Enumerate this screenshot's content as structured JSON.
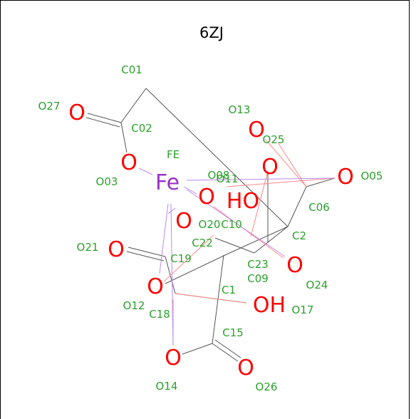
{
  "title": "6ZJ",
  "colors": {
    "carbon_label": "#2ca02c",
    "oxygen": "#ff0000",
    "iron": "#9933cc",
    "bond_cc": "#555555",
    "bond_co": "#ff8888",
    "bond_fe": "#bb88ee",
    "border": "#000000"
  },
  "atoms": [
    {
      "id": "C01",
      "label": "C01",
      "el": "C"
    },
    {
      "id": "C02",
      "label": "C02",
      "el": "C"
    },
    {
      "id": "O27",
      "label": "O27",
      "el": "O",
      "symbol": "O"
    },
    {
      "id": "O03",
      "label": "O03",
      "el": "O",
      "symbol": "O"
    },
    {
      "id": "FE",
      "label": "FE",
      "el": "Fe",
      "symbol": "Fe"
    },
    {
      "id": "O13",
      "label": "O13",
      "el": "O",
      "symbol": "O"
    },
    {
      "id": "O25",
      "label": "O25",
      "el": "O",
      "symbol": "O"
    },
    {
      "id": "O05",
      "label": "O05",
      "el": "O",
      "symbol": "O"
    },
    {
      "id": "C06",
      "label": "C06",
      "el": "C"
    },
    {
      "id": "O08",
      "label": "O08",
      "el": "O",
      "symbol": "O"
    },
    {
      "id": "O11",
      "label": "O11",
      "el": "O",
      "symbol": "HO"
    },
    {
      "id": "C2",
      "label": "C2",
      "el": "C"
    },
    {
      "id": "O20",
      "label": "O20",
      "el": "O",
      "symbol": "O"
    },
    {
      "id": "C10",
      "label": "C10",
      "el": "C"
    },
    {
      "id": "C22",
      "label": "C22",
      "el": "C"
    },
    {
      "id": "O21",
      "label": "O21",
      "el": "O",
      "symbol": "O"
    },
    {
      "id": "C19",
      "label": "C19",
      "el": "C"
    },
    {
      "id": "C23",
      "label": "C23",
      "el": "C"
    },
    {
      "id": "C09",
      "label": "C09",
      "el": "C"
    },
    {
      "id": "O24",
      "label": "O24",
      "el": "O",
      "symbol": "O"
    },
    {
      "id": "O12",
      "label": "O12",
      "el": "O",
      "symbol": "O"
    },
    {
      "id": "C18",
      "label": "C18",
      "el": "C"
    },
    {
      "id": "C1",
      "label": "C1",
      "el": "C"
    },
    {
      "id": "O17",
      "label": "O17",
      "el": "O",
      "symbol": "OH"
    },
    {
      "id": "C15",
      "label": "C15",
      "el": "C"
    },
    {
      "id": "O14",
      "label": "O14",
      "el": "O",
      "symbol": "O"
    },
    {
      "id": "O26",
      "label": "O26",
      "el": "O",
      "symbol": "O"
    }
  ]
}
